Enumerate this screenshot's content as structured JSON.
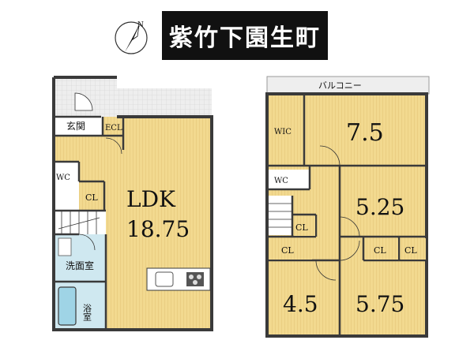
{
  "header": {
    "title": "紫竹下園生町"
  },
  "compass": {
    "north_label": "N",
    "icon": "north-arrow-icon"
  },
  "colors": {
    "floor": "#f0d890",
    "wall": "#3a3a3a",
    "balcony": "#eeeeee",
    "wet": "#cfe8f0",
    "bath": "#9fd4e6"
  },
  "floor1": {
    "entrance": "玄関",
    "ecl": "ECL",
    "wc": "WC",
    "cl": "CL",
    "ldk_label": "LDK",
    "ldk_size": "18.75",
    "washroom": "洗面室",
    "bath": "浴室"
  },
  "floor2": {
    "balcony": "バルコニー",
    "wic": "WIC",
    "room_a": "7.5",
    "wc": "WC",
    "room_b": "5.25",
    "cl_stair": "CL",
    "cl_left": "CL",
    "cl_mid": "CL",
    "cl_right": "CL",
    "room_c": "4.5",
    "room_d": "5.75"
  }
}
